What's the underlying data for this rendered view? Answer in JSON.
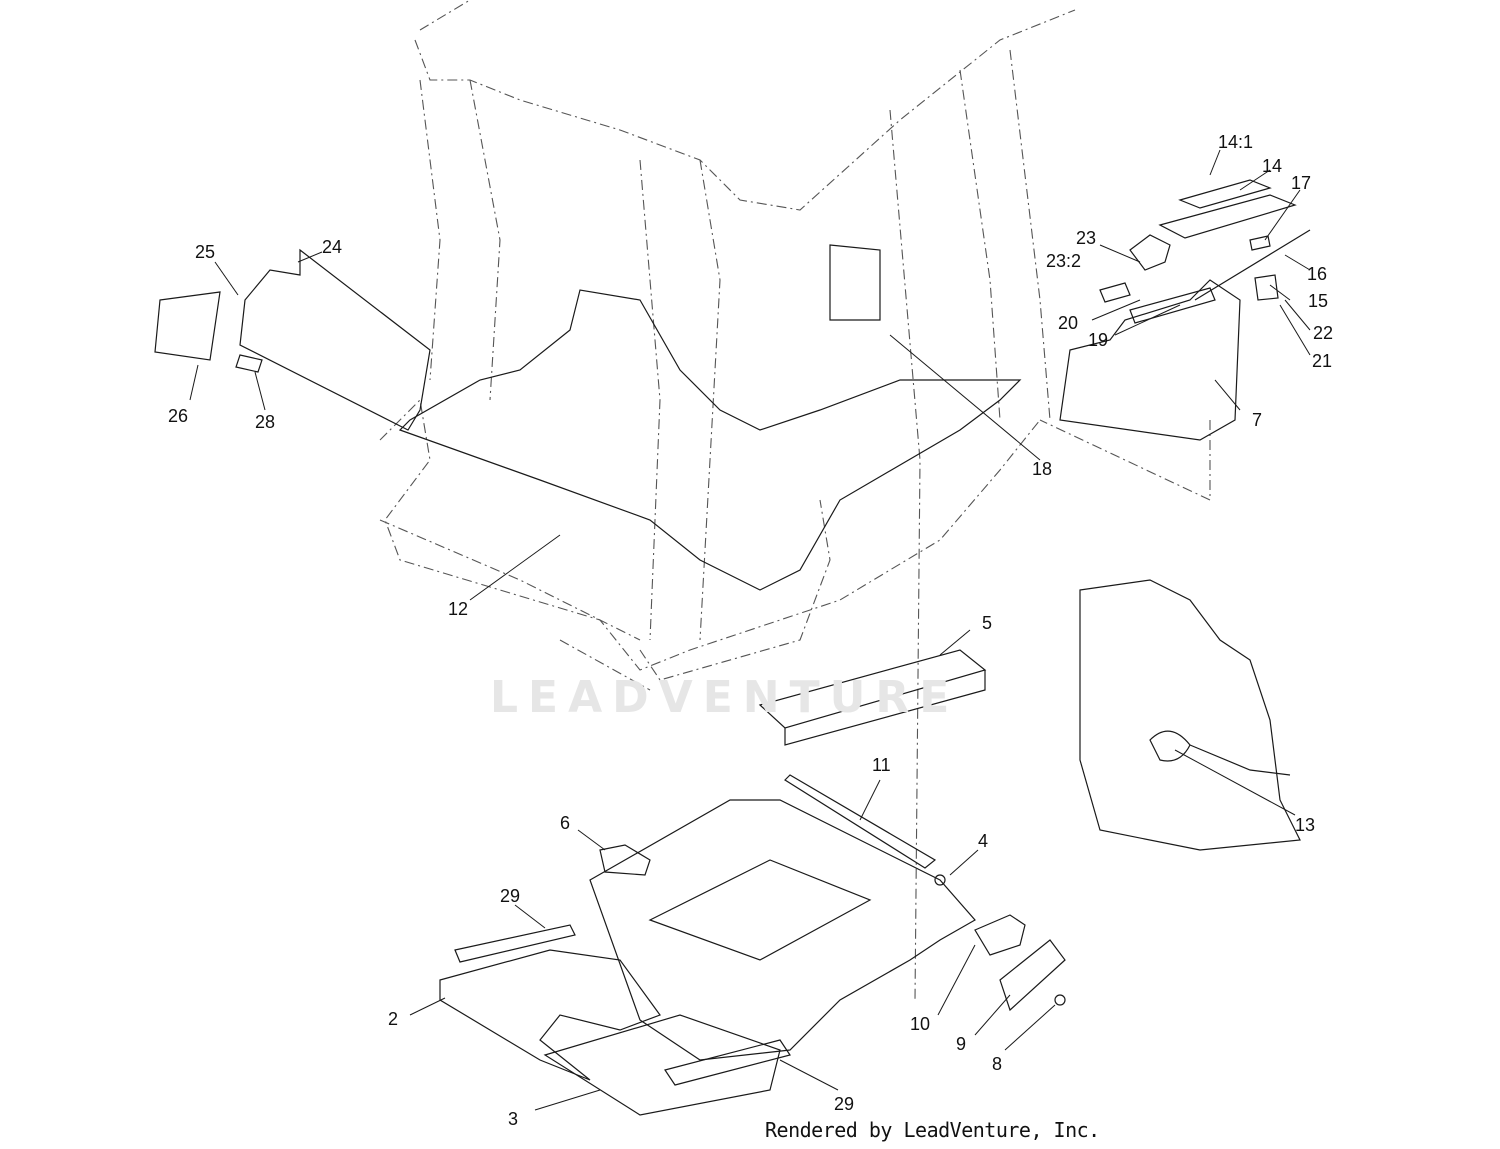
{
  "diagram": {
    "credit": "Rendered by LeadVenture, Inc.",
    "watermark": "LEADVENTURE",
    "callouts": [
      "2",
      "3",
      "4",
      "5",
      "6",
      "7",
      "8",
      "9",
      "10",
      "11",
      "12",
      "13",
      "14",
      "14:1",
      "15",
      "16",
      "17",
      "18",
      "19",
      "20",
      "21",
      "22",
      "23",
      "23:2",
      "24",
      "25",
      "26",
      "28",
      "29",
      "29"
    ],
    "colors": {
      "line": "#1a1a1a",
      "hidden_line": "#555555",
      "watermark": "#e6e6e6"
    }
  }
}
